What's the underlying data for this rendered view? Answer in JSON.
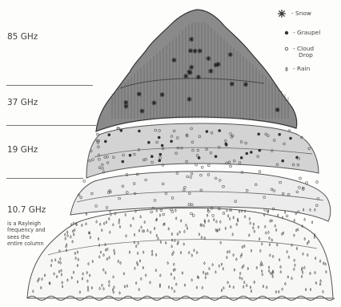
{
  "frequency_labels": {
    "f85": "85 GHz",
    "f37": "37 GHz",
    "f19": "19 GHz",
    "f10": "10.7 GHz"
  },
  "rayleigh_note": {
    "line1": "is a Rayleigh",
    "line2": "frequency and",
    "line3": "sees the",
    "line4": "entire column"
  },
  "legend": {
    "snow": "- Snow",
    "graupel": "- Graupel",
    "cloud_line1": "- Cloud",
    "cloud_line2": "Drop",
    "rain": "- Rain"
  },
  "colors": {
    "snow_layer": "#8a8a8a",
    "graupel_layer": "#cfcfcf",
    "cloud_layer": "#ececec",
    "rain_layer": "#f7f7f5",
    "ink": "#3a3a3a"
  }
}
